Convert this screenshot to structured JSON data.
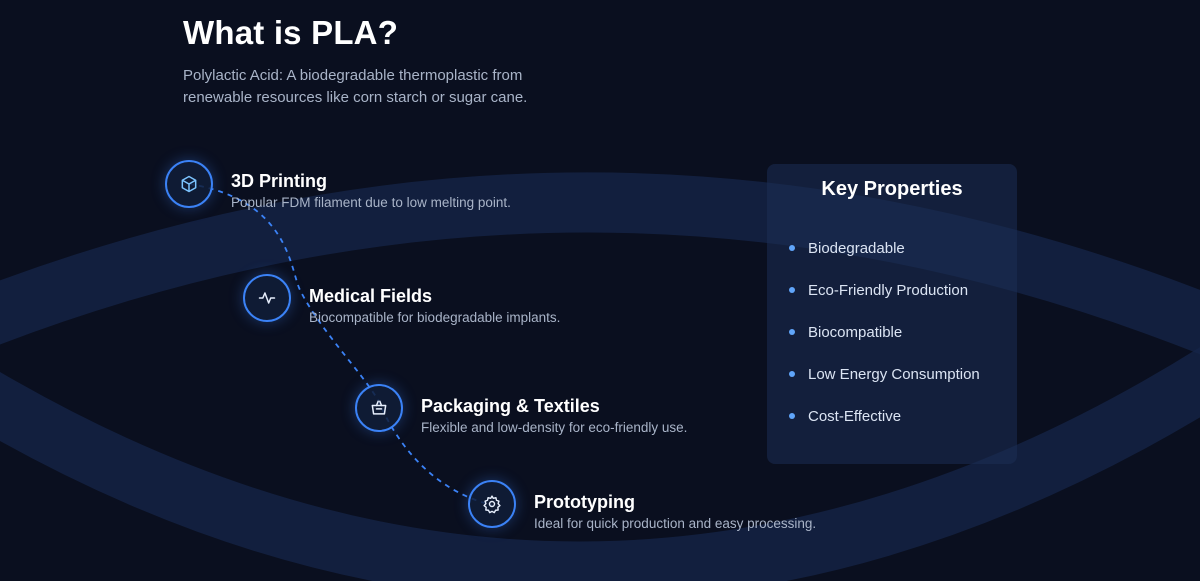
{
  "header": {
    "title": "What is PLA?",
    "subtitle": "Polylactic Acid: A biodegradable thermoplastic from renewable resources like corn starch or sugar cane."
  },
  "applications": [
    {
      "title": "3D Printing",
      "description": "Popular FDM filament due to low melting point.",
      "icon": "cube-icon"
    },
    {
      "title": "Medical Fields",
      "description": "Biocompatible for biodegradable implants.",
      "icon": "pulse-icon"
    },
    {
      "title": "Packaging & Textiles",
      "description": "Flexible and low-density for eco-friendly use.",
      "icon": "basket-icon"
    },
    {
      "title": "Prototyping",
      "description": "Ideal for quick production and easy processing.",
      "icon": "gear-icon"
    }
  ],
  "key_properties": {
    "title": "Key Properties",
    "items": [
      "Biodegradable",
      "Eco-Friendly Production",
      "Biocompatible",
      "Low Energy Consumption",
      "Cost-Effective"
    ]
  },
  "colors": {
    "background": "#0a0f1f",
    "accent": "#3b82f6",
    "bullet": "#60a5fa",
    "muted_text": "#a9b4c8",
    "panel": "#1b2d54"
  }
}
